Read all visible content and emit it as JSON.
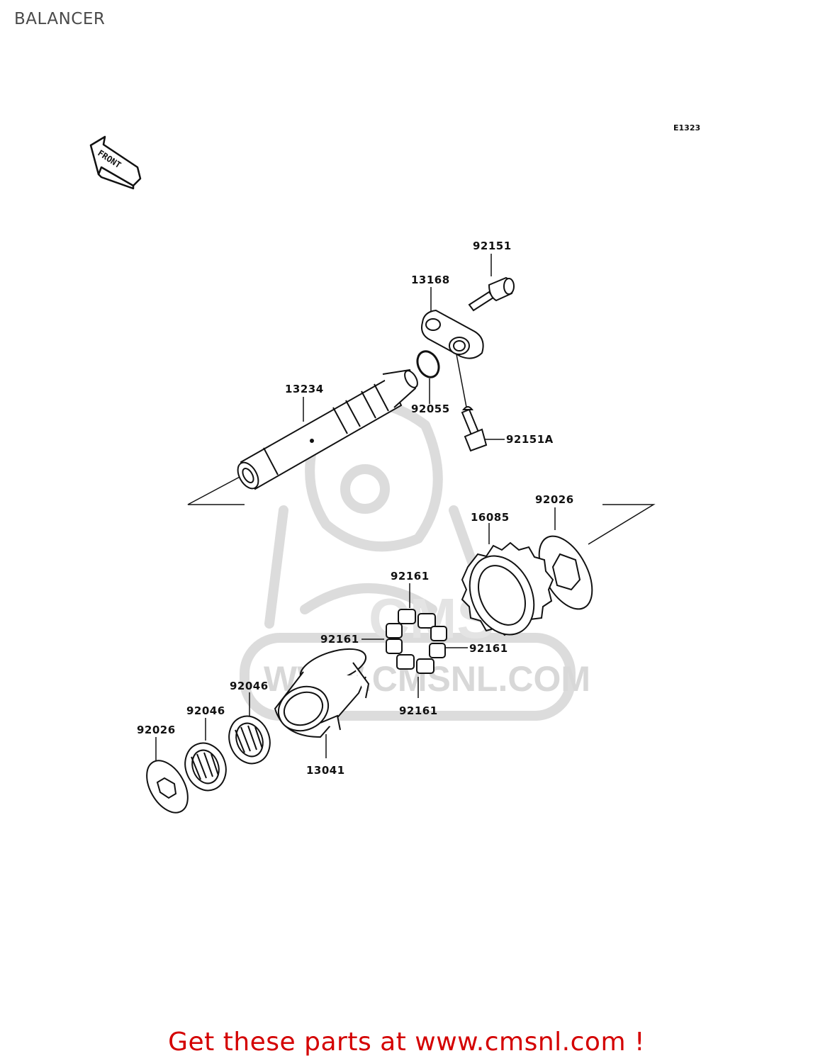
{
  "page": {
    "title": "BALANCER",
    "diagram_code": "E1323",
    "front_indicator": "FRONT",
    "footer": "Get these parts at www.cmsnl.com !"
  },
  "watermark": {
    "text": "WWW.CMSNL.COM",
    "logo_text": "CMS"
  },
  "parts": [
    {
      "number": "92151"
    },
    {
      "number": "13168"
    },
    {
      "number": "13234"
    },
    {
      "number": "92055"
    },
    {
      "number": "92151A"
    },
    {
      "number": "92026"
    },
    {
      "number": "16085"
    },
    {
      "number": "92161"
    },
    {
      "number": "92161"
    },
    {
      "number": "92161"
    },
    {
      "number": "92161"
    },
    {
      "number": "92046"
    },
    {
      "number": "92046"
    },
    {
      "number": "92026"
    },
    {
      "number": "13041"
    }
  ],
  "colors": {
    "ink": "#111111",
    "footer": "#d40000",
    "watermark": "#dcdcdc",
    "title": "#4a4a4a"
  }
}
